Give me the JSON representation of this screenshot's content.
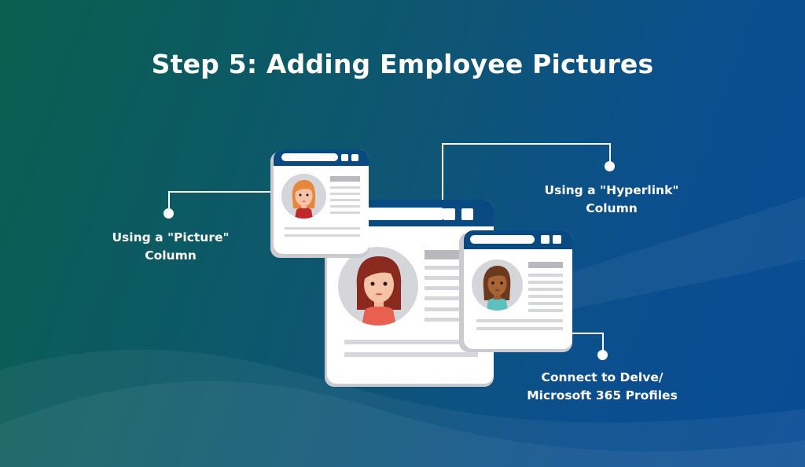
{
  "title": "Step 5: Adding Employee Pictures",
  "labels": {
    "picture_line1": "Using a \"Picture\"",
    "picture_line2": "Column",
    "hyperlink_line1": "Using a \"Hyperlink\"",
    "hyperlink_line2": "Column",
    "delve_line1": "Connect to Delve/",
    "delve_line2": "Microsoft 365 Profiles"
  },
  "colors": {
    "bg_left": "#0c5e4f",
    "bg_right": "#0a4c95",
    "window_bar": "#0a4a82",
    "card": "#ffffff",
    "placeholder_bar": "#d6d7db",
    "avatar_bg": "#d5d6da"
  },
  "cards": [
    {
      "name": "picture-column-card",
      "avatar": "ginger-woman-avatar"
    },
    {
      "name": "hyperlink-column-card",
      "avatar": "brunette-woman-avatar"
    },
    {
      "name": "delve-profile-card",
      "avatar": "dark-skinned-woman-avatar"
    }
  ]
}
